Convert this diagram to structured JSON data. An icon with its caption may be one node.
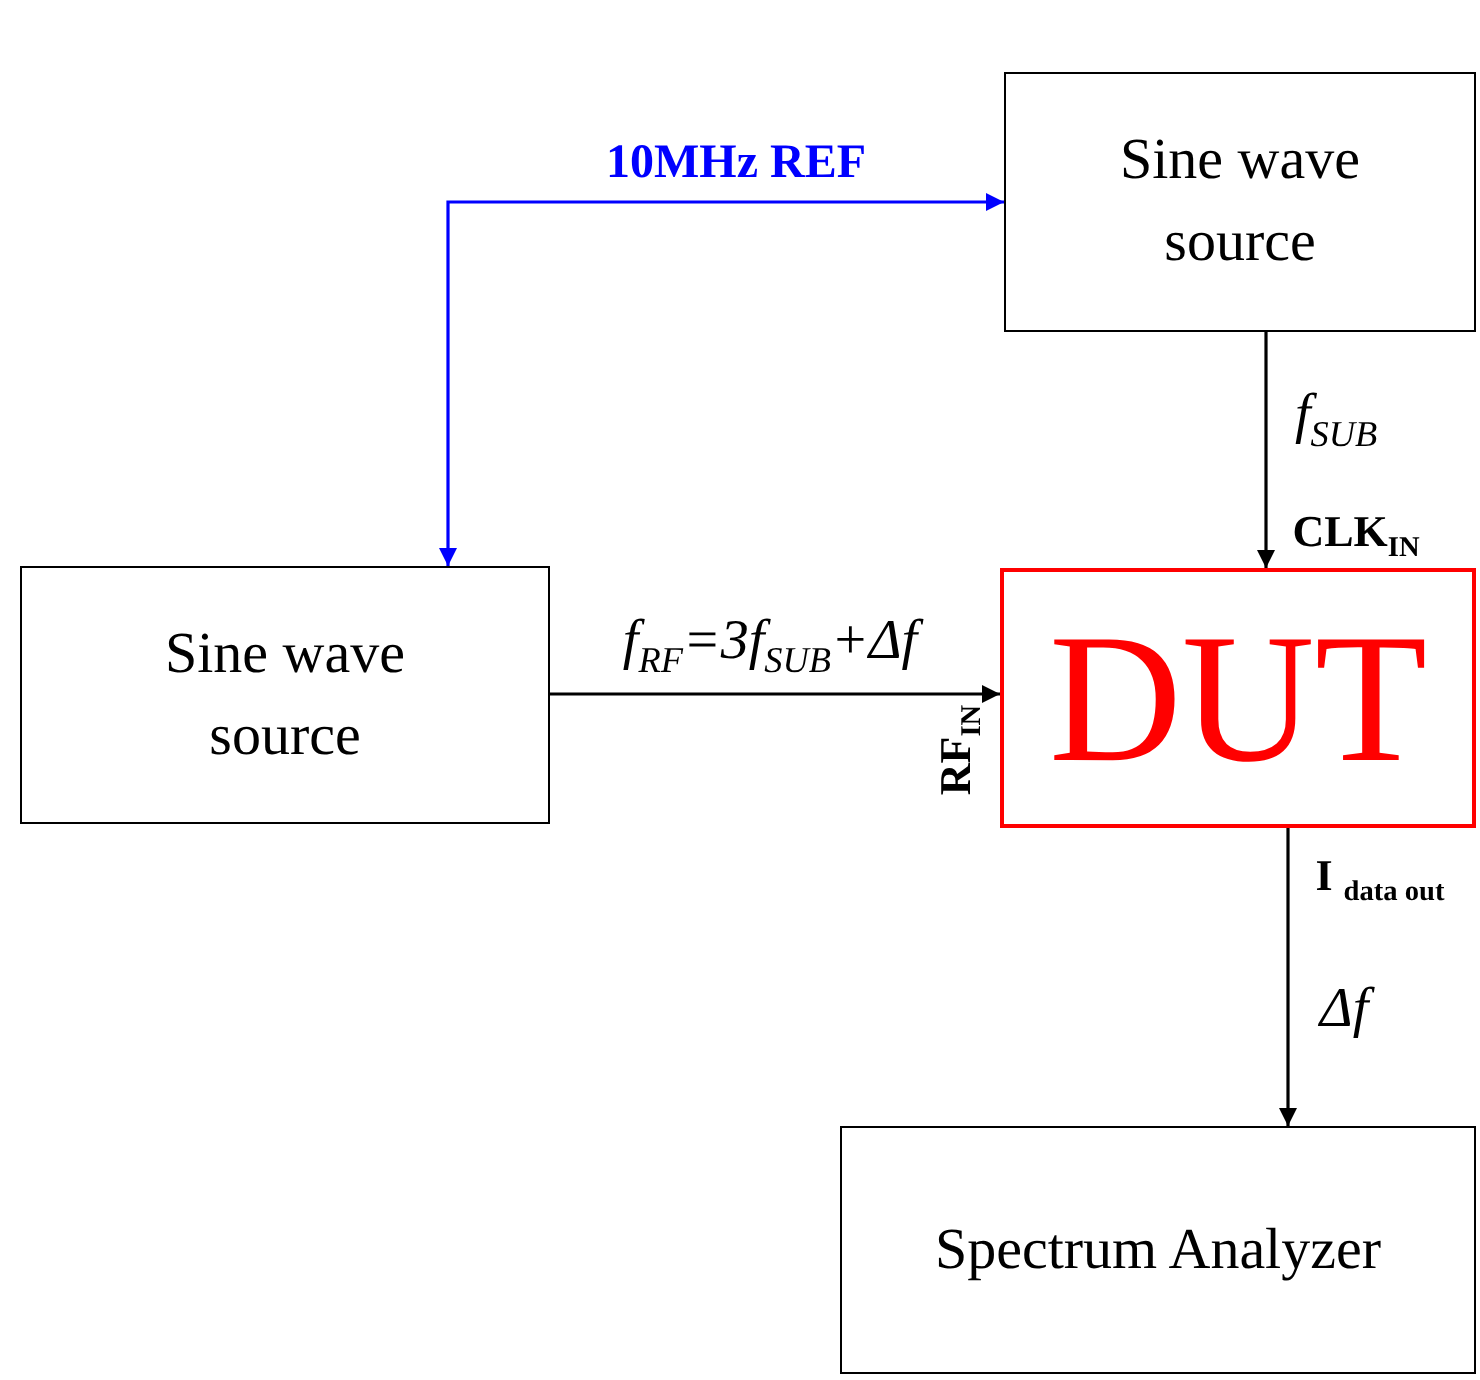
{
  "diagram": {
    "nodes": [
      {
        "text": [
          "Sine wave source"
        ]
      },
      {
        "text": [
          "Sine wave source"
        ]
      },
      {
        "text": [
          "DUT"
        ]
      },
      {
        "text": [
          "Spectrum Analyzer"
        ]
      }
    ],
    "edges": [
      {
        "from": 1,
        "to": 0,
        "arrow": "both",
        "label": "10MHz REF",
        "color": "#0000ff"
      },
      {
        "from": 0,
        "to": 2,
        "arrow": "to",
        "label": "f$_{SUB}$"
      },
      {
        "from": 1,
        "to": 2,
        "arrow": "to",
        "label": "f$_{RF}$=3f$_{SUB}$+Δf"
      },
      {
        "from": 2,
        "to": 3,
        "arrow": "to",
        "label": "Δf"
      }
    ],
    "labels": [
      "CLK$_{IN}$",
      "RF$_{IN}$",
      "I $_{data out}$"
    ]
  }
}
